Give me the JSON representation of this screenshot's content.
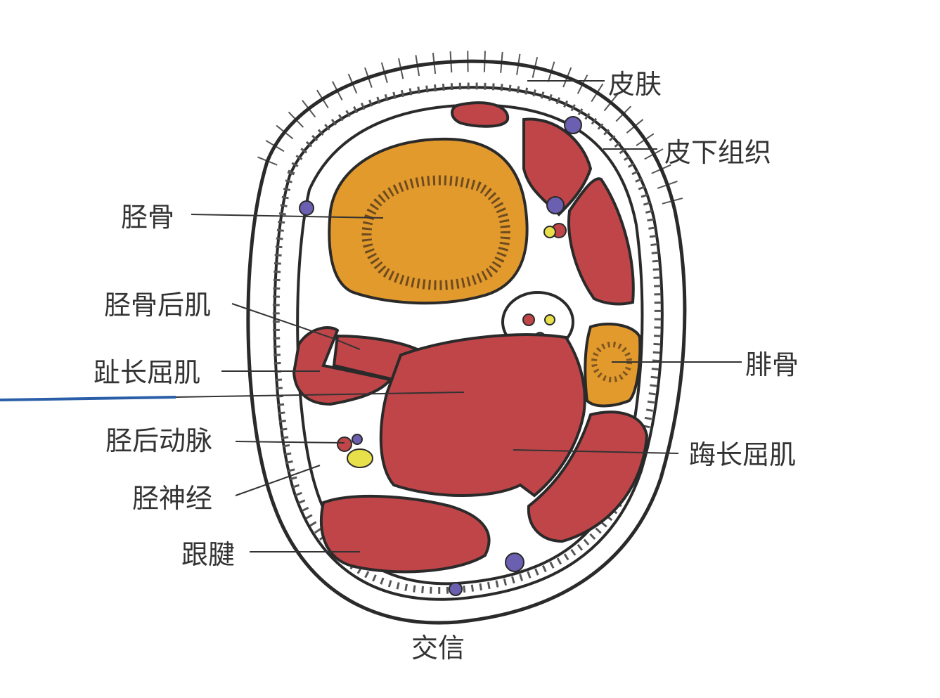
{
  "title": "小腿下段横断面（交信穴）",
  "labels": {
    "skin": "皮肤",
    "subcutaneous": "皮下组织",
    "tibia": "胫骨",
    "tibialis_posterior": "胫骨后肌",
    "flexor_digitorum_longus": "趾长屈肌",
    "fibula": "腓骨",
    "posterior_tibial_artery": "胫后动脉",
    "flexor_hallucis_longus": "踇长屈肌",
    "tibial_nerve": "胫神经",
    "achilles_tendon": "跟腱",
    "acupoint": "交信"
  },
  "colors": {
    "muscle": "#c04548",
    "bone": "#e39a2c",
    "vein": "#6a5fb0",
    "nerve": "#e8e04a",
    "needle": "#2a5fa8"
  }
}
